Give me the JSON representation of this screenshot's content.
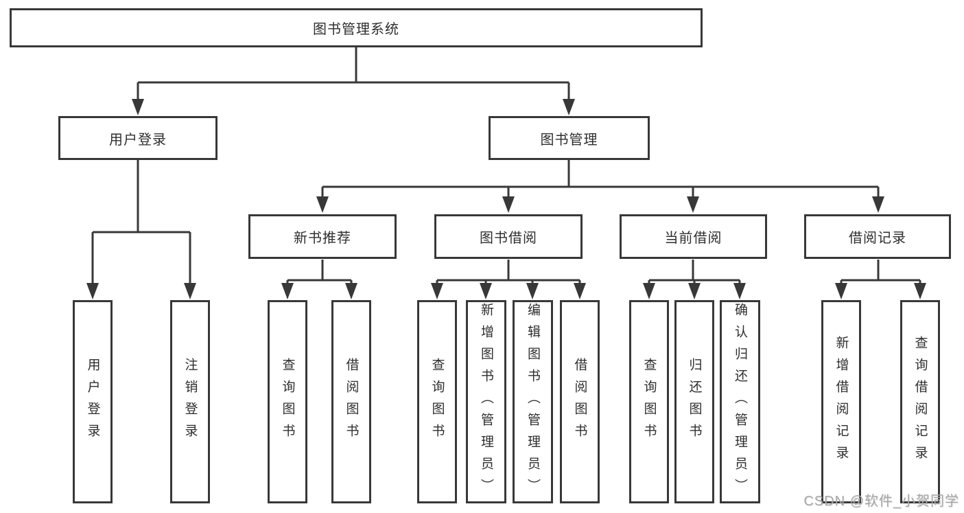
{
  "diagram_title": "图书管理系统",
  "watermark": "CSDN @软件_小贺同学",
  "colors": {
    "line": "#383838",
    "box_border": "#383838",
    "text": "#2e2e2e",
    "watermark": "#a8a8a8",
    "background": "#ffffff"
  },
  "tree": {
    "root": "图书管理系统",
    "children": [
      {
        "label": "用户登录",
        "children": [
          "用户登录",
          "注销登录"
        ]
      },
      {
        "label": "图书管理",
        "children": [
          {
            "label": "新书推荐",
            "children": [
              "查询图书",
              "借阅图书"
            ]
          },
          {
            "label": "图书借阅",
            "children": [
              "查询图书",
              "新增图书（管理员）",
              "编辑图书（管理员）",
              "借阅图书"
            ]
          },
          {
            "label": "当前借阅",
            "children": [
              "查询图书",
              "归还图书",
              "确认归还（管理员）"
            ]
          },
          {
            "label": "借阅记录",
            "children": [
              "新增借阅记录",
              "查询借阅记录"
            ]
          }
        ]
      }
    ]
  }
}
